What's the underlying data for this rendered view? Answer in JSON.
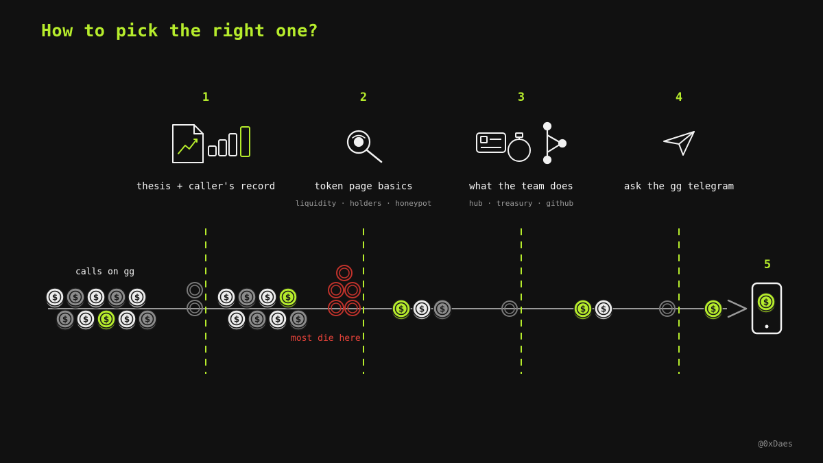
{
  "title": "How to pick the right one?",
  "steps": [
    {
      "number": "1",
      "label": "thesis + caller's record",
      "sub": ""
    },
    {
      "number": "2",
      "label": "token page basics",
      "sub": "liquidity · holders · honeypot"
    },
    {
      "number": "3",
      "label": "what the team does",
      "sub": "hub · treasury · github"
    },
    {
      "number": "4",
      "label": "ask the gg telegram",
      "sub": ""
    }
  ],
  "end_step": {
    "number": "5"
  },
  "calls_label": "calls on gg",
  "die_label": "most die here",
  "handle": "@0xDaes",
  "icons": [
    "chart-document-icon",
    "signal-bars-icon",
    "magnifier-icon",
    "id-card-icon",
    "stopwatch-icon",
    "branch-icon",
    "paper-plane-icon",
    "phone-icon"
  ],
  "colors": {
    "background": "#111111",
    "accent": "#b6ec2c",
    "danger": "#e8433a",
    "coin_white": "#e8e8e8",
    "coin_grey": "#8c8c8c",
    "line": "#9a9a9a"
  }
}
